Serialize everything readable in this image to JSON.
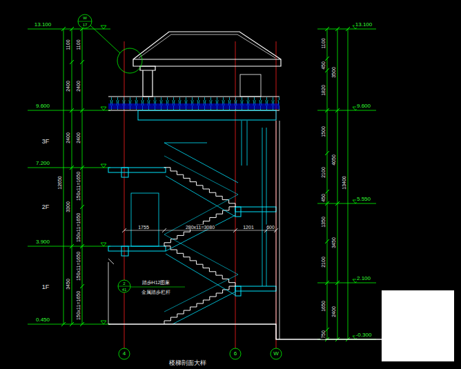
{
  "diagram": {
    "labels": [
      "13.100",
      "9.600",
      "3F",
      "7.200",
      "2F",
      "3.900",
      "1F",
      "0.450",
      "12650",
      "1100",
      "2400",
      "2400",
      "3300",
      "3450",
      "1100",
      "2400",
      "2400",
      "150x11=1650",
      "150x11=1650",
      "150x11=1650",
      "150x11=1650",
      "13.100",
      "9.600",
      "5.550",
      "2.100",
      "-0.300",
      "1100",
      "450",
      "1820",
      "1500",
      "2100",
      "450",
      "1350",
      "2100",
      "1650",
      "750",
      "3500",
      "4050",
      "3450",
      "2400",
      "13400",
      "1755",
      "280x11=3080",
      "1201",
      "600",
      "2",
      "41",
      "踏步H12图案",
      "金属踏步栏杆",
      "W",
      "17",
      "4",
      "6",
      "W",
      "楼梯剖面大样"
    ]
  }
}
